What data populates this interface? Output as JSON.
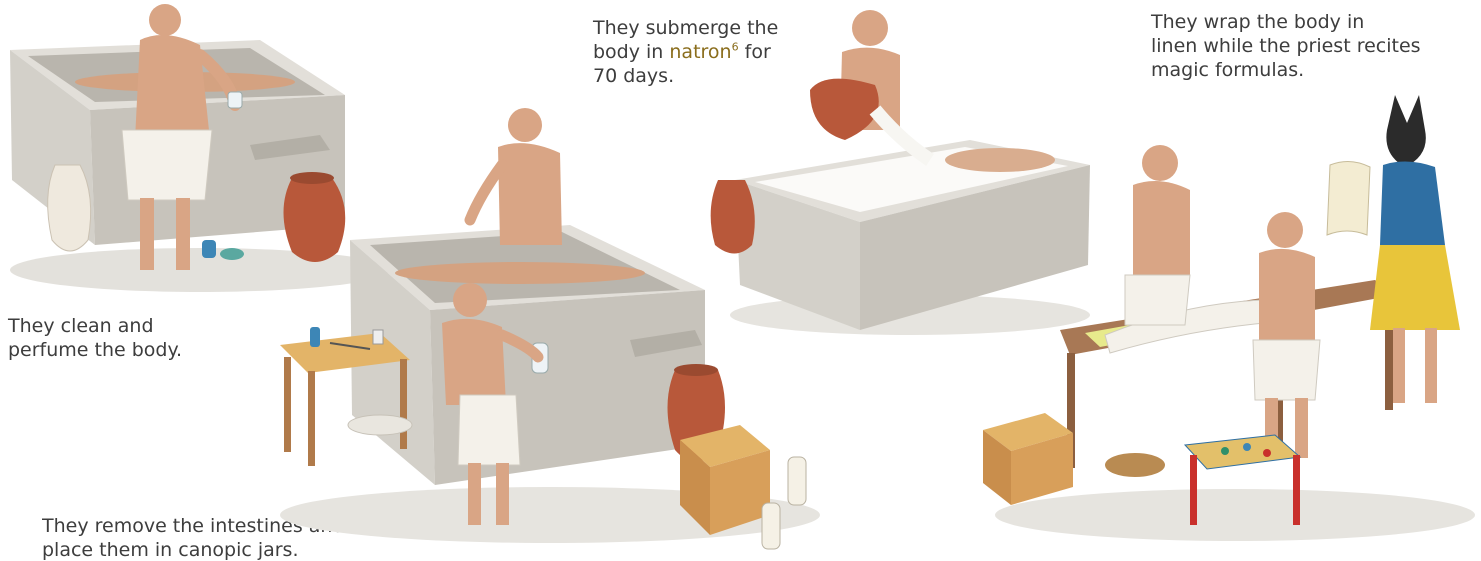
{
  "captions": {
    "step1": {
      "line1": "They clean and",
      "line2": "perfume the body."
    },
    "step2": {
      "line1": "They remove the intestines and",
      "line2": "place them in canopic jars."
    },
    "step3": {
      "line1": "They submerge the",
      "line2_before": "body in ",
      "term": "natron",
      "note": "6",
      "line2_after": " for",
      "line3": "70 days."
    },
    "step4": {
      "line1": "They wrap the body in",
      "line2": "linen while the priest recites",
      "line3": "magic formulas."
    }
  },
  "colors": {
    "stone": "#cfccc5",
    "stone_dark": "#a9a59d",
    "skin": "#d9a585",
    "linen": "#f4f1ea",
    "clay": "#b8583a",
    "wood": "#b07a4a",
    "term": "#8a6d1c",
    "priest_gold": "#e8c53a",
    "priest_head": "#2b2b2b"
  }
}
